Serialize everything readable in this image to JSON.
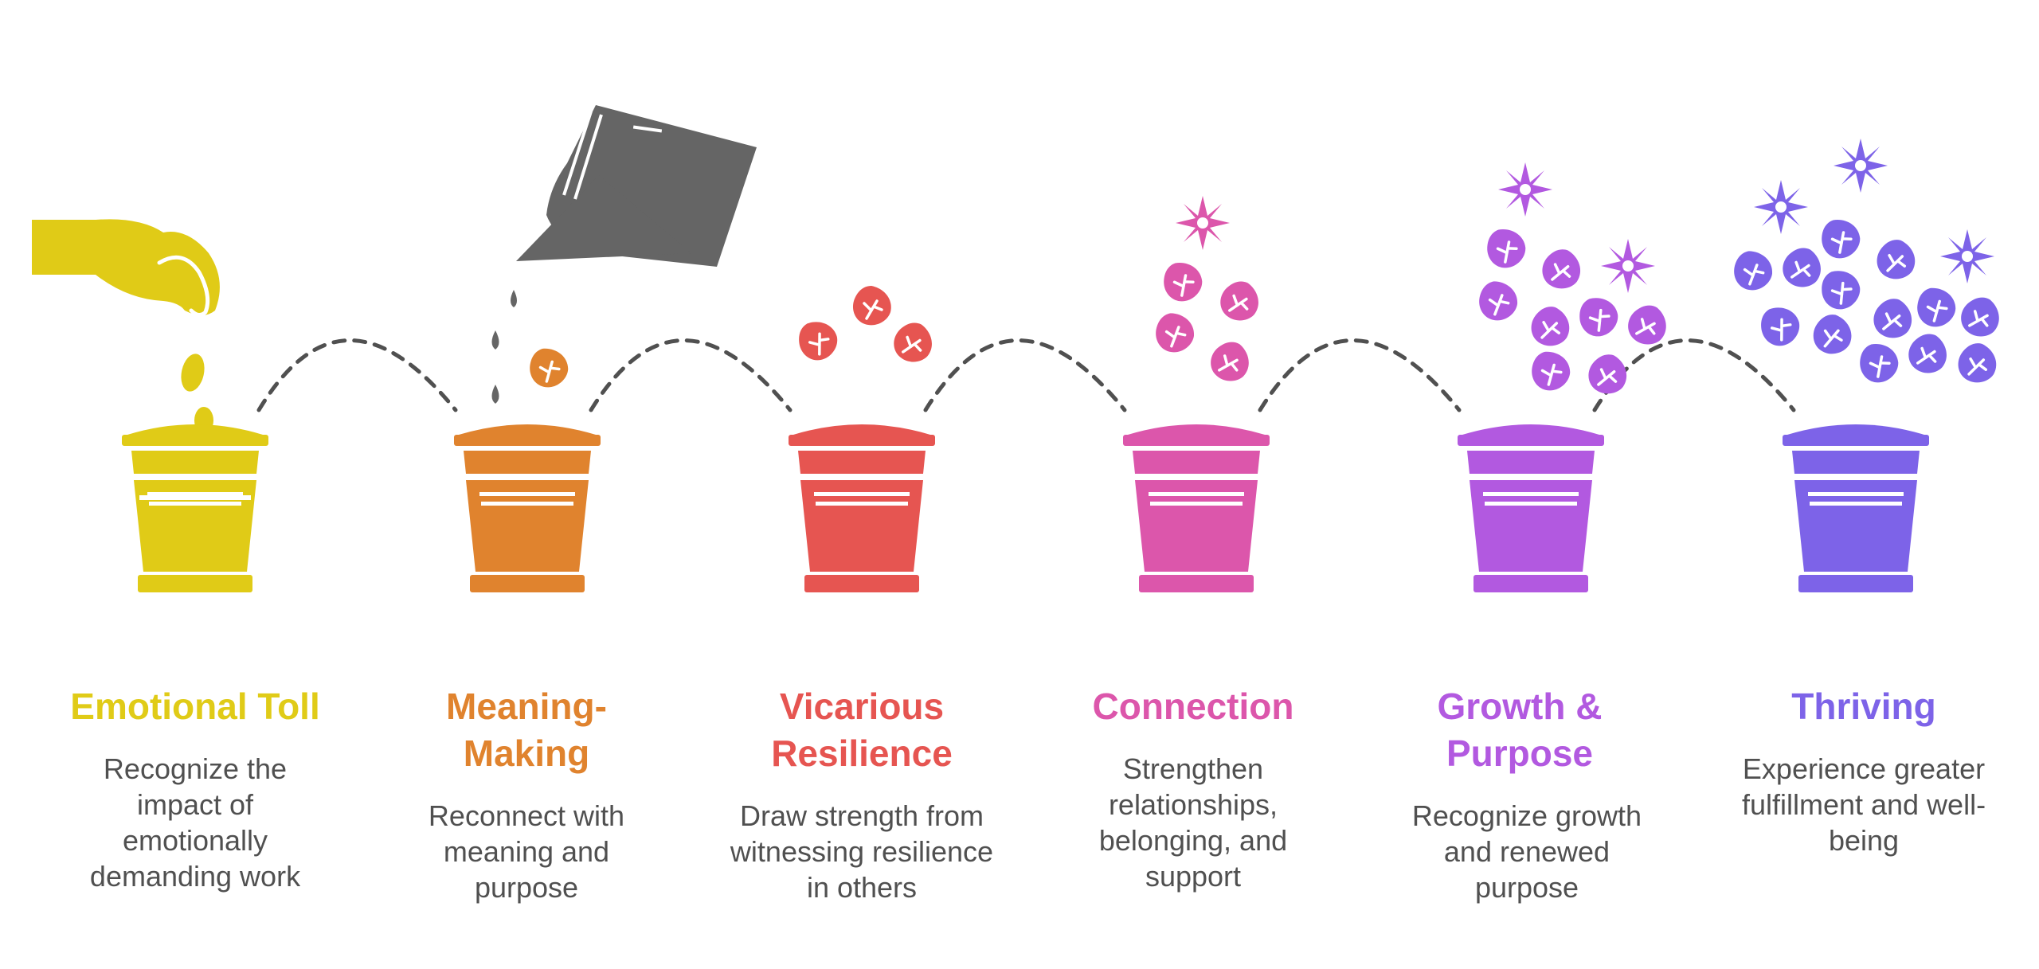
{
  "stages": [
    {
      "title": "Emotional Toll",
      "description": "Recognize the impact of emotionally demanding work",
      "color": "#e0cb17",
      "pot_icon": "yellow-pot-icon"
    },
    {
      "title": "Meaning-Making",
      "description": "Reconnect with meaning and purpose",
      "color": "#e0832e",
      "pot_icon": "orange-pot-icon"
    },
    {
      "title": "Vicarious Resilience",
      "description": "Draw strength from witnessing resilience in others",
      "color": "#e65551",
      "pot_icon": "red-pot-icon"
    },
    {
      "title": "Connection",
      "description": "Strengthen relationships, belonging, and support",
      "color": "#dc56ab",
      "pot_icon": "pink-pot-icon"
    },
    {
      "title": "Growth & Purpose",
      "description": "Recognize growth and renewed purpose",
      "color": "#b259e0",
      "pot_icon": "purple-pot-icon"
    },
    {
      "title": "Thriving",
      "description": "Experience greater fulfillment and well-being",
      "color": "#7d63e8",
      "pot_icon": "violet-pot-icon"
    }
  ],
  "icons": {
    "hand": "hand-planting-seeds-icon",
    "can": "watering-can-icon",
    "leaf": "leaf-icon",
    "flower": "flower-icon",
    "connector": "dashed-arc-connector"
  },
  "colors": {
    "can": "#656565",
    "text": "#505050",
    "connector": "#505050"
  }
}
